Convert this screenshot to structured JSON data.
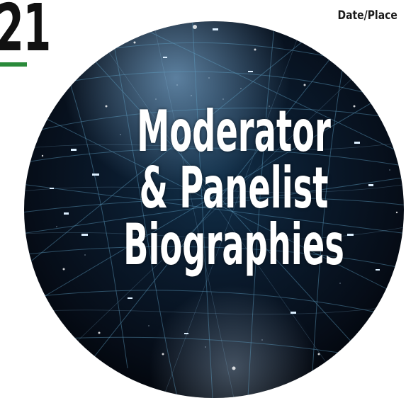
{
  "header": {
    "year_fragment": "21",
    "date_place_label": "Date/Place"
  },
  "headline": {
    "line1": "Moderator",
    "line2": "& Panelist",
    "line3": "Biographies"
  },
  "colors": {
    "accent_green": "#2a8a3a",
    "globe_dark": "#061020",
    "network_line": "#5f9fc4",
    "headline_text": "#ffffff"
  },
  "icons": {
    "globe": "network-globe-icon"
  }
}
